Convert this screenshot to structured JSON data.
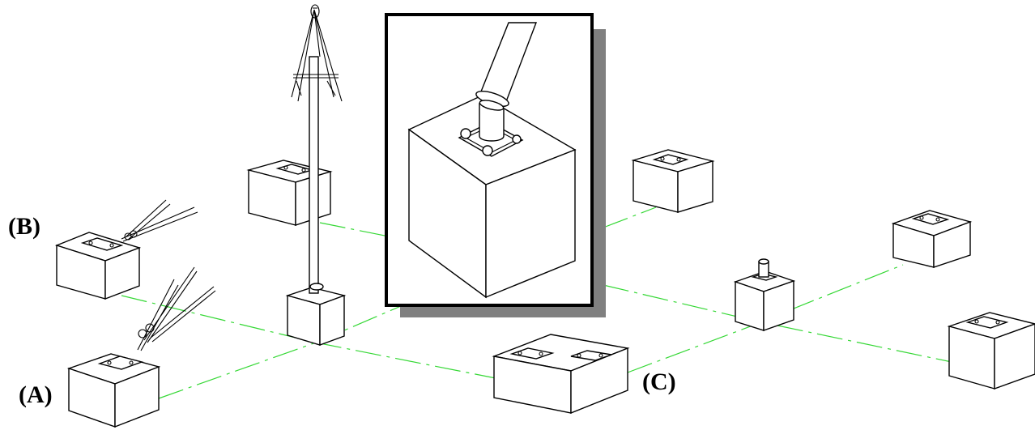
{
  "labels": {
    "a": "(A)",
    "b": "(B)",
    "c": "(C)"
  },
  "colors": {
    "guide_line": "#35d835",
    "shadow": "#808080",
    "outline": "#000000"
  }
}
